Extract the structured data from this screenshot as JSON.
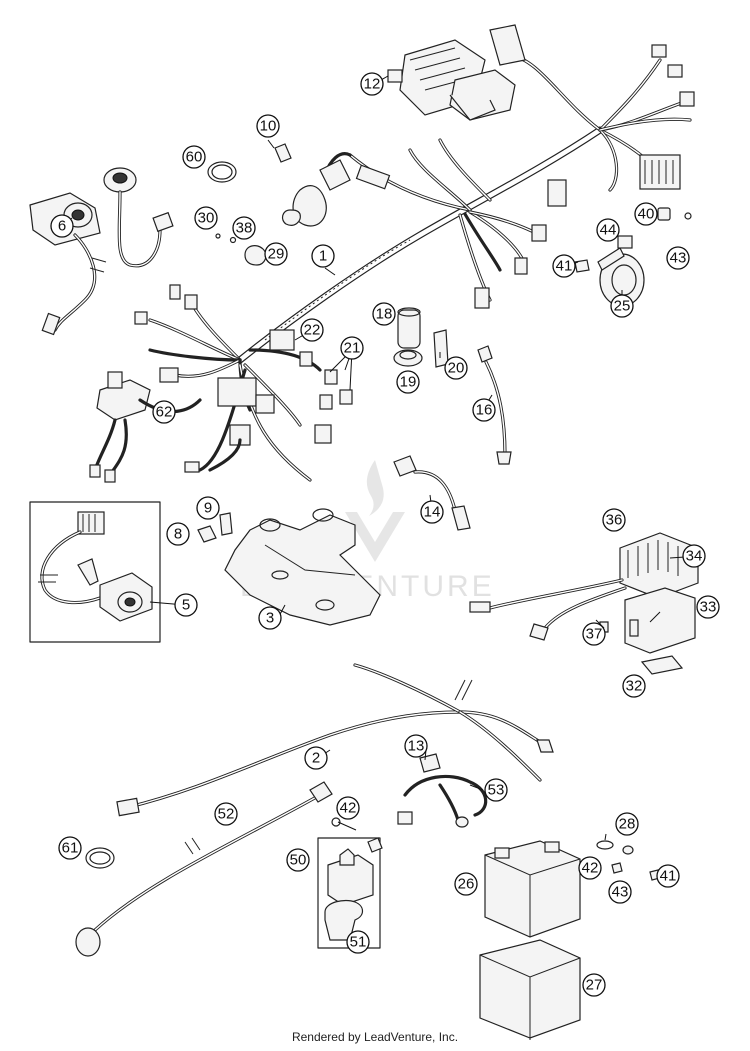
{
  "diagram": {
    "callouts": [
      "1",
      "2",
      "3",
      "5",
      "6",
      "8",
      "9",
      "10",
      "12",
      "13",
      "14",
      "16",
      "18",
      "19",
      "20",
      "21",
      "22",
      "25",
      "26",
      "27",
      "28",
      "29",
      "30",
      "32",
      "33",
      "34",
      "36",
      "37",
      "38",
      "40",
      "41",
      "41",
      "42",
      "42",
      "43",
      "43",
      "44",
      "50",
      "51",
      "52",
      "53",
      "60",
      "61",
      "62"
    ],
    "watermark": "LEADVENTURE"
  },
  "footer": {
    "text": "Rendered by LeadVenture, Inc."
  }
}
